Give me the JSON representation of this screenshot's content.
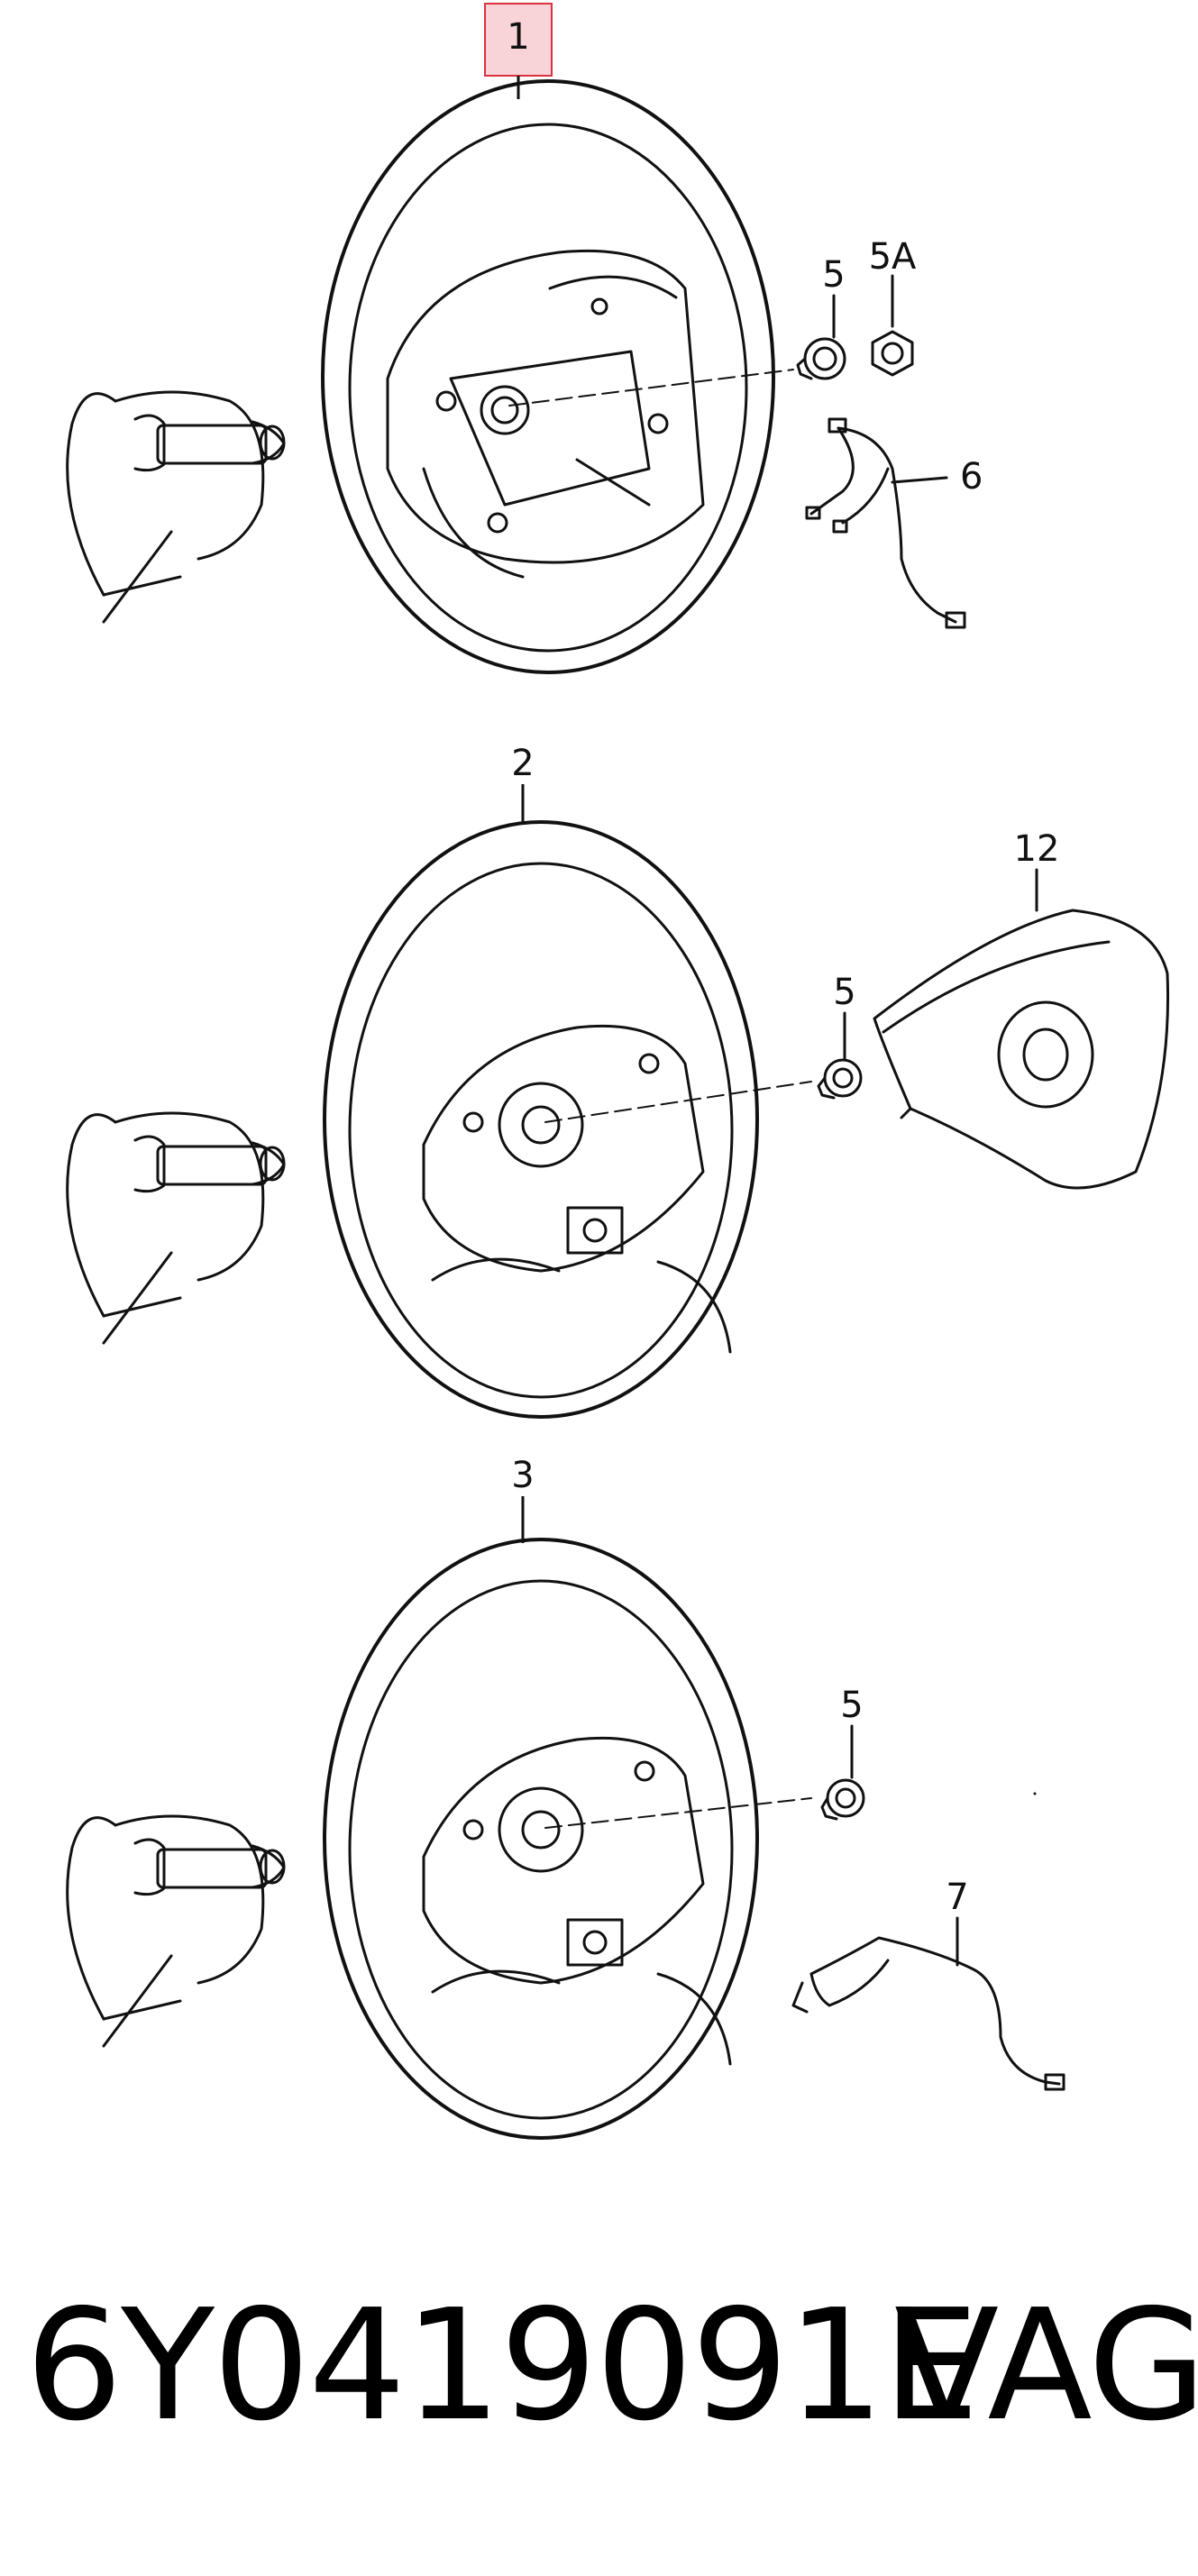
{
  "diagram": {
    "callouts": {
      "wheel_1": "1",
      "wheel_2": "2",
      "wheel_3": "3",
      "nut_a": "5",
      "nut_b": "5A",
      "wire_a": "6",
      "nut_c": "5",
      "airbag": "12",
      "nut_d": "5",
      "wire_b": "7"
    },
    "highlight_color": "#f8d3d8",
    "highlight_border": "#d9333f",
    "line_color": "#111111"
  },
  "footer": {
    "part_number": "6Y0419091E",
    "brand": "VAG"
  }
}
